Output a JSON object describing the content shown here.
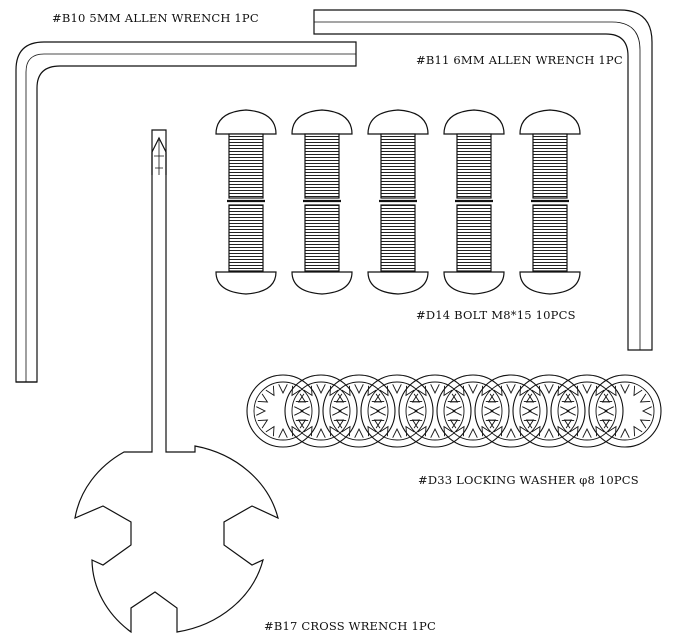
{
  "labels": {
    "b10": "#B10 5MM ALLEN WRENCH 1PC",
    "b11": "#B11 6MM ALLEN WRENCH 1PC",
    "d14": "#D14 BOLT M8*15 10PCS",
    "d33": "#D33 LOCKING WASHER φ8 10PCS",
    "b17": "#B17 CROSS WRENCH 1PC"
  },
  "colors": {
    "line": "#111111",
    "background": "#ffffff"
  }
}
